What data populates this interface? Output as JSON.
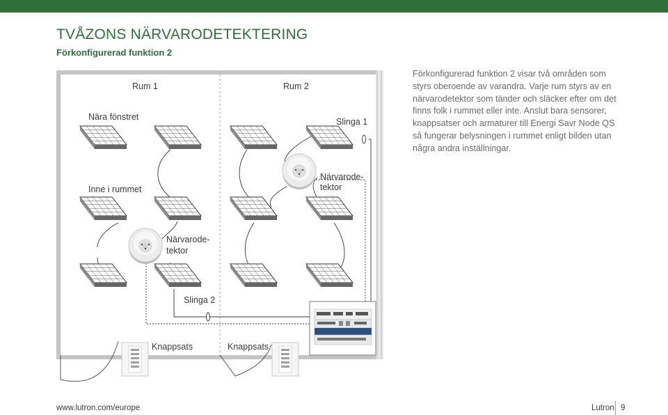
{
  "header": {
    "title": "TVÅZONS NÄRVARODETEKTERING",
    "subtitle": "Förkonfigurerad funktion 2"
  },
  "description": "Förkonfigurerad funktion 2 visar två områden som styrs oberoende av varandra. Varje rum styrs av en närvarodetektor som tänder och släcker efter om det finns folk i rummet eller inte. Anslut bara sensorer, knappsatser och armaturer till Energi Savr Node QS så fungerar belysningen i rummet enligt bilden utan några andra inställningar.",
  "diagram": {
    "room1_label": "Rum 1",
    "room2_label": "Rum 2",
    "near_window_label": "Nära fönstret",
    "inside_room_label": "Inne i rummet",
    "loop1_label": "Slinga 1",
    "loop2_label": "Slinga 2",
    "detector_label_line1": "Närvarode-",
    "detector_label_line2": "tektor",
    "keypad1_label": "Knappsats",
    "keypad2_label": "Knappsats"
  },
  "footer": {
    "url": "www.lutron.com/europe",
    "brand": "Lutron",
    "page_number": "9"
  },
  "colors": {
    "accent": "#2f6f3a",
    "wall": "#c4c4c4",
    "wiring": "#555555"
  }
}
